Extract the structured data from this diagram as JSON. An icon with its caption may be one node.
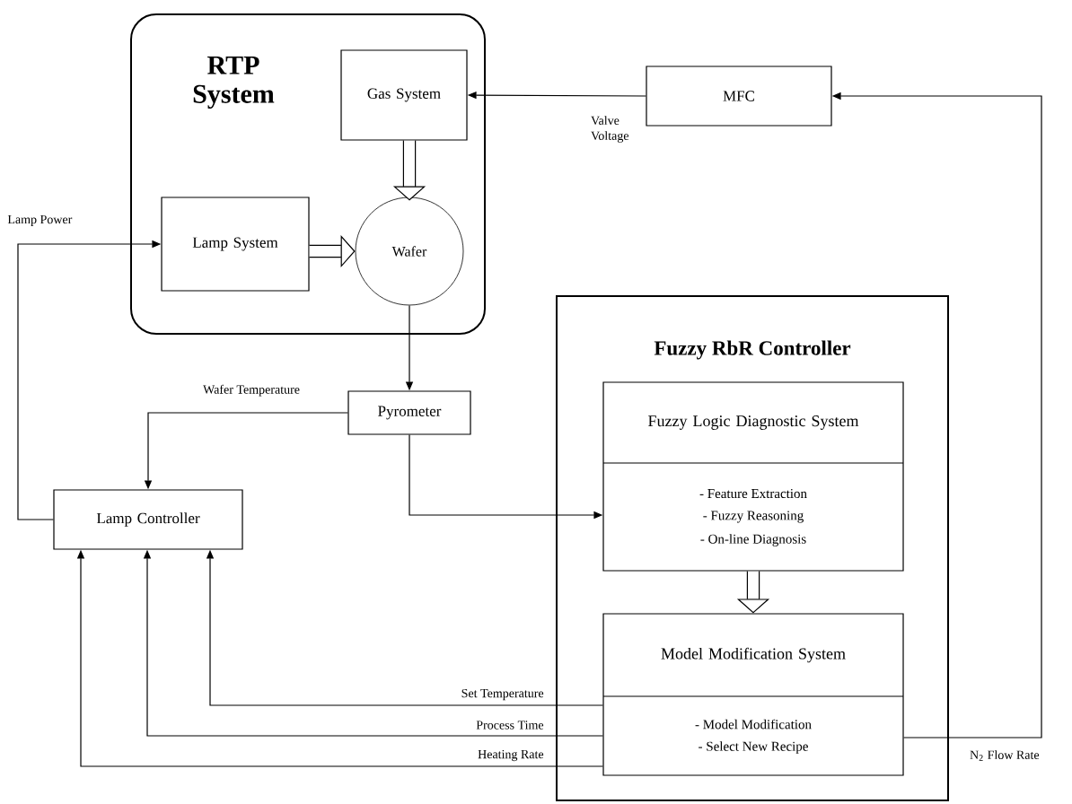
{
  "diagram": {
    "nodes": [
      {
        "text": [
          "RTP System"
        ]
      },
      {
        "text": [
          "Gas System"
        ],
        "in": 0
      },
      {
        "text": [
          "Lamp System"
        ],
        "in": 0
      },
      {
        "text": [
          "Wafer"
        ],
        "in": 0
      },
      {
        "text": [
          "MFC"
        ]
      },
      {
        "text": [
          "Pyrometer"
        ]
      },
      {
        "text": [
          "Lamp Controller"
        ]
      },
      {
        "text": [
          "Fuzzy RbR Controller"
        ]
      },
      {
        "text": [
          "Fuzzy Logic Diagnostic System",
          "- Feature Extraction",
          "- Fuzzy Reasoning",
          "- On-line Diagnosis"
        ],
        "in": 7
      },
      {
        "text": [
          "Model Modification System",
          "- Model Modification",
          "- Select New Recipe"
        ],
        "in": 7
      }
    ],
    "edges": [
      {
        "from": 4,
        "to": 1,
        "arrow": "to",
        "label": "Valve Voltage"
      },
      {
        "from": 1,
        "to": 3,
        "arrow": "to",
        "style": "thick"
      },
      {
        "from": 2,
        "to": 3,
        "arrow": "to",
        "style": "thick"
      },
      {
        "from": 3,
        "to": 5,
        "arrow": "to"
      },
      {
        "from": 6,
        "to": 2,
        "arrow": "to",
        "label": "Lamp Power"
      },
      {
        "from": 5,
        "to": 6,
        "arrow": "to",
        "label": "Wafer Temperature"
      },
      {
        "from": 5,
        "to": 8,
        "arrow": "to"
      },
      {
        "from": 8,
        "to": 9,
        "arrow": "to",
        "style": "thick"
      },
      {
        "from": 9,
        "to": 6,
        "arrow": "to",
        "label": "Set Temperature"
      },
      {
        "from": 9,
        "to": 6,
        "arrow": "to",
        "label": "Process Time"
      },
      {
        "from": 9,
        "to": 6,
        "arrow": "to",
        "label": "Heating Rate"
      },
      {
        "from": 9,
        "to": 4,
        "arrow": "to",
        "label": "N$_{2}$ Flow Rate"
      }
    ]
  }
}
